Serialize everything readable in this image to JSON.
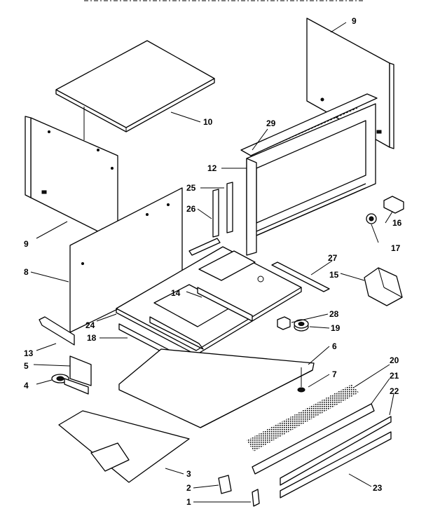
{
  "diagram": {
    "header_text": "",
    "callouts": [
      {
        "id": "c9a",
        "label": "9"
      },
      {
        "id": "c10",
        "label": "10"
      },
      {
        "id": "c29",
        "label": "29"
      },
      {
        "id": "c12",
        "label": "12"
      },
      {
        "id": "c25",
        "label": "25"
      },
      {
        "id": "c26",
        "label": "26"
      },
      {
        "id": "c9b",
        "label": "9"
      },
      {
        "id": "c8",
        "label": "8"
      },
      {
        "id": "c27",
        "label": "27"
      },
      {
        "id": "c15",
        "label": "15"
      },
      {
        "id": "c16",
        "label": "16"
      },
      {
        "id": "c17",
        "label": "17"
      },
      {
        "id": "c14",
        "label": "14"
      },
      {
        "id": "c28",
        "label": "28"
      },
      {
        "id": "c19",
        "label": "19"
      },
      {
        "id": "c24",
        "label": "24"
      },
      {
        "id": "c18",
        "label": "18"
      },
      {
        "id": "c6",
        "label": "6"
      },
      {
        "id": "c13",
        "label": "13"
      },
      {
        "id": "c5",
        "label": "5"
      },
      {
        "id": "c7",
        "label": "7"
      },
      {
        "id": "c4",
        "label": "4"
      },
      {
        "id": "c20",
        "label": "20"
      },
      {
        "id": "c21",
        "label": "21"
      },
      {
        "id": "c22",
        "label": "22"
      },
      {
        "id": "c3",
        "label": "3"
      },
      {
        "id": "c2",
        "label": "2"
      },
      {
        "id": "c1",
        "label": "1"
      },
      {
        "id": "c23",
        "label": "23"
      }
    ]
  }
}
